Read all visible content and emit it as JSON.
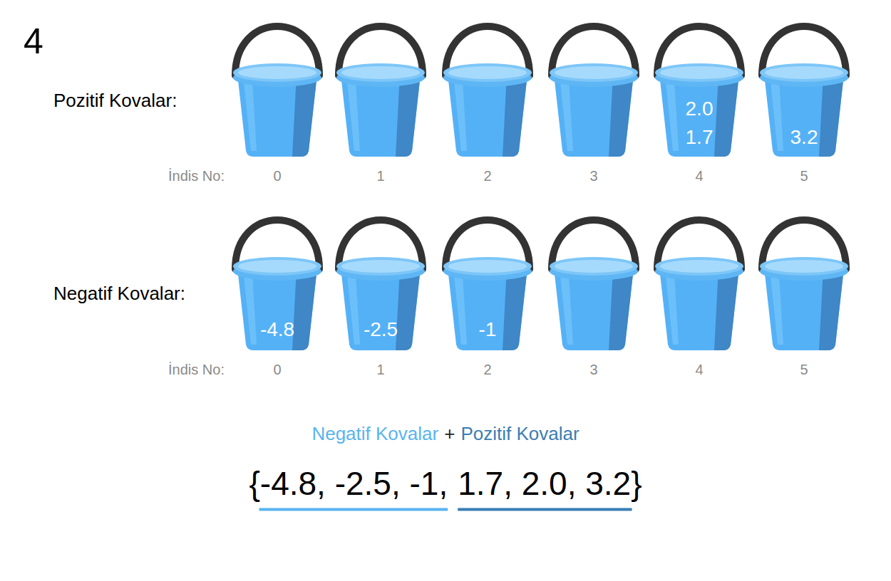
{
  "diagram": {
    "nodes": [
      {
        "text": [
          "2.0",
          "1.7"
        ]
      },
      {
        "text": [
          "3.2"
        ]
      },
      {
        "text": [
          "-4.8"
        ]
      },
      {
        "text": [
          "-2.5"
        ]
      },
      {
        "text": [
          "-1"
        ]
      }
    ],
    "labels": [
      "4",
      "Pozitif Kovalar:",
      "İndis No:",
      "0",
      "1",
      "2",
      "3",
      "4",
      "5",
      "Negatif Kovalar:",
      "İndis No:",
      "0",
      "1",
      "2",
      "3",
      "4",
      "5",
      "Negatif Kovalar",
      "+",
      "Pozitif Kovalar",
      "{-4.8, -2.5, -1,",
      "1.7, 2.0, 3.2}"
    ]
  }
}
